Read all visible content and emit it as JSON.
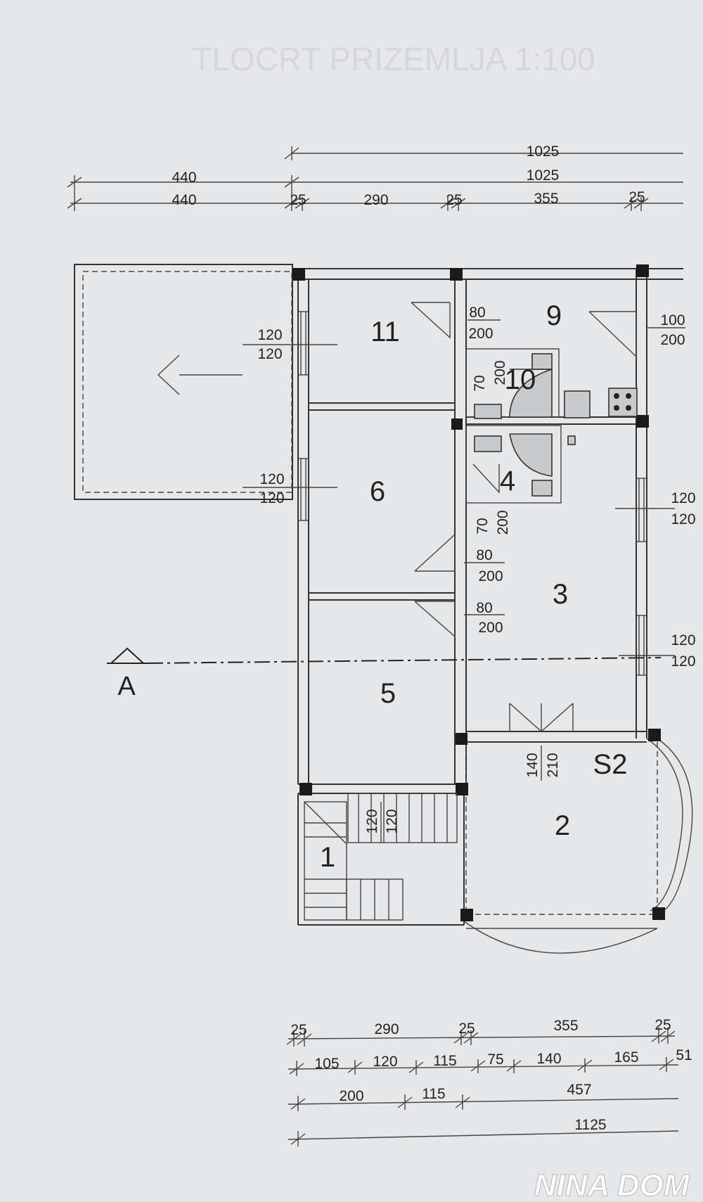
{
  "title": "TLOCRT PRIZEMLJA 1:100",
  "dimensions_top": {
    "row1": [
      "1025"
    ],
    "row2": [
      "440",
      "1025"
    ],
    "row3": [
      "440",
      "25",
      "290",
      "25",
      "355",
      "25"
    ]
  },
  "dimensions_bottom": {
    "row1": [
      "25",
      "290",
      "25",
      "355",
      "25"
    ],
    "row2": [
      "105",
      "120",
      "115",
      "75",
      "140",
      "165",
      "51"
    ],
    "row3": [
      "200",
      "115",
      "457"
    ],
    "row4": [
      "1125"
    ]
  },
  "rooms": [
    "1",
    "2",
    "3",
    "4",
    "5",
    "6",
    "9",
    "10",
    "11",
    "S2"
  ],
  "openings": {
    "win_11": [
      "120",
      "120"
    ],
    "win_6": [
      "120",
      "120"
    ],
    "door_11": [
      "80",
      "200"
    ],
    "door_9": [
      "100",
      "200"
    ],
    "door_10": [
      "70",
      "200"
    ],
    "door_4": [
      "70",
      "200"
    ],
    "door_6": [
      "80",
      "200"
    ],
    "door_5": [
      "80",
      "200"
    ],
    "win_3a": [
      "120",
      "120"
    ],
    "win_3b": [
      "120",
      "120"
    ],
    "door_2": [
      "140",
      "210"
    ],
    "stair": [
      "120",
      "120"
    ]
  },
  "section_label": "A",
  "watermark": "NINA DOM"
}
